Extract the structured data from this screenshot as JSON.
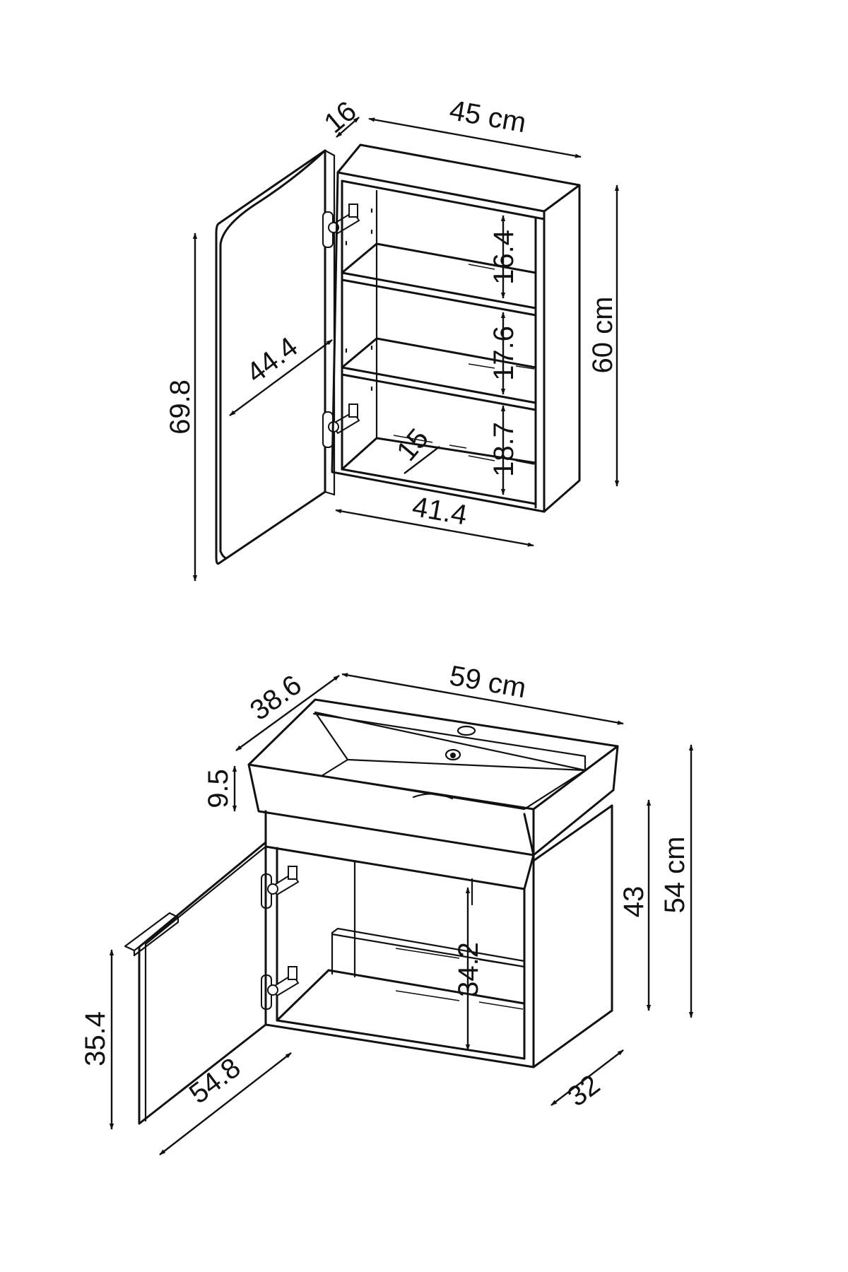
{
  "mirror_cabinet": {
    "dims": {
      "depth": "16",
      "width": "45 cm",
      "height": "60 cm",
      "door_height": "69.8",
      "door_width": "44.4",
      "shelf_top": "16.4",
      "shelf_middle": "17.6",
      "shelf_bottom": "18.7",
      "shelf_depth": "15",
      "inner_width": "41.4"
    }
  },
  "vanity_unit": {
    "dims": {
      "depth": "38.6",
      "width": "59 cm",
      "basin_height": "9.5",
      "total_height": "54 cm",
      "cabinet_height": "43",
      "inner_height": "34.2",
      "door_height": "35.4",
      "door_width": "54.8",
      "cabinet_depth": "32"
    }
  }
}
